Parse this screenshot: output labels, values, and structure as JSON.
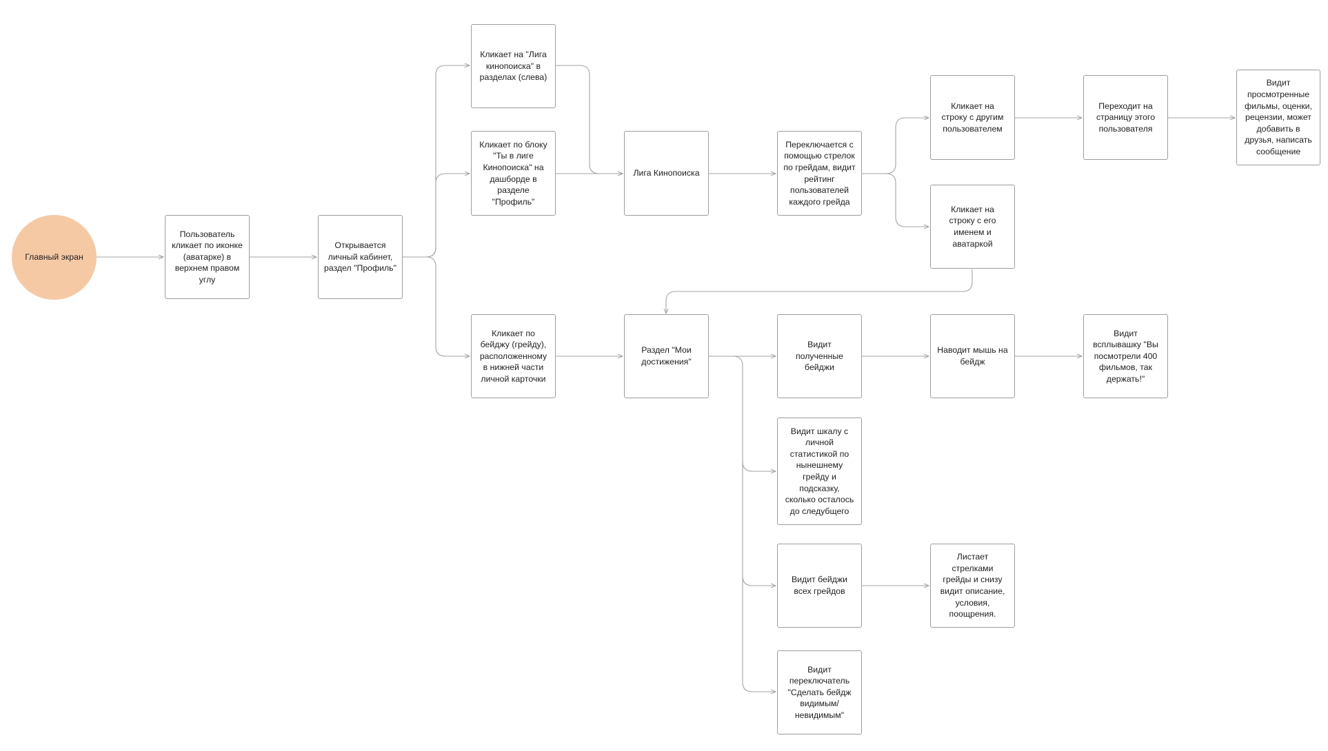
{
  "colors": {
    "start_node": "#f6c9a5",
    "node_border": "#9c9c9c",
    "edge": "#a3a3a3",
    "text": "#1e1e1e",
    "background": "#ffffff"
  },
  "nodes": {
    "main_screen": "Главный экран",
    "user_clicks_avatar": "Пользователь\nкликает по иконке\n(аватарке) в\nверхнем правом\nуглу",
    "profile_opens": "Открывается\nличный кабинет,\nраздел \"Профиль\"",
    "click_league_sidebar": "Кликает на \"Лига\nкинопоиска\" в\nразделах (слева)",
    "click_league_block": "Кликает по блоку\n\"Ты в лиге\nКинопоиска\" на\nдашборде в\nразделе\n\"Профиль\"",
    "click_badge": "Кликает по\nбейджу (грейду),\nрасположенному\nв нижней части\nличной карточки",
    "kinopoisk_league": "Лига Кинопоиска",
    "switch_grades": "Переключается с\nпомощью стрелок\nпо грейдам, видит\nрейтинг\nпользователей\nкаждого грейда",
    "click_other_user_row": "Кликает на\nстроку с другим\nпользователем",
    "click_own_row": "Кликает на\nстроку с его\nименем и\nаватаркой",
    "go_to_user_page": "Переходит на\nстраницу этого\nпользователя",
    "sees_user_content": "Видит\nпросмотренные\nфильмы, оценки,\nрецензии, может\nдобавить в\nдрузья, написать\nсообщение",
    "achievements_section": "Раздел \"Мои\nдостижения\"",
    "sees_earned_badges": "Видит\nполученные\nбейджи",
    "hovers_badge": "Наводит мышь на\nбейдж",
    "sees_popup": "Видит\nвсплывашку \"Вы\nпосмотрели 400\nфильмов, так\nдержать!\"",
    "sees_stats_scale": "Видит шкалу с\nличной\nстатистикой по\nнынешнему\nгрейду и\nподсказку,\nсколько осталось\nдо следубщего",
    "sees_all_grade_badges": "Видит бейджи\nвсех грейдов",
    "flips_grades": "Листает\nстрелками\nгрейды и снизу\nвидит описание,\nусловия,\nпоощрения.",
    "sees_visibility_toggle": "Видит\nпереключатель\n\"Сделать бейдж\nвидимым/\nневидимым\""
  }
}
